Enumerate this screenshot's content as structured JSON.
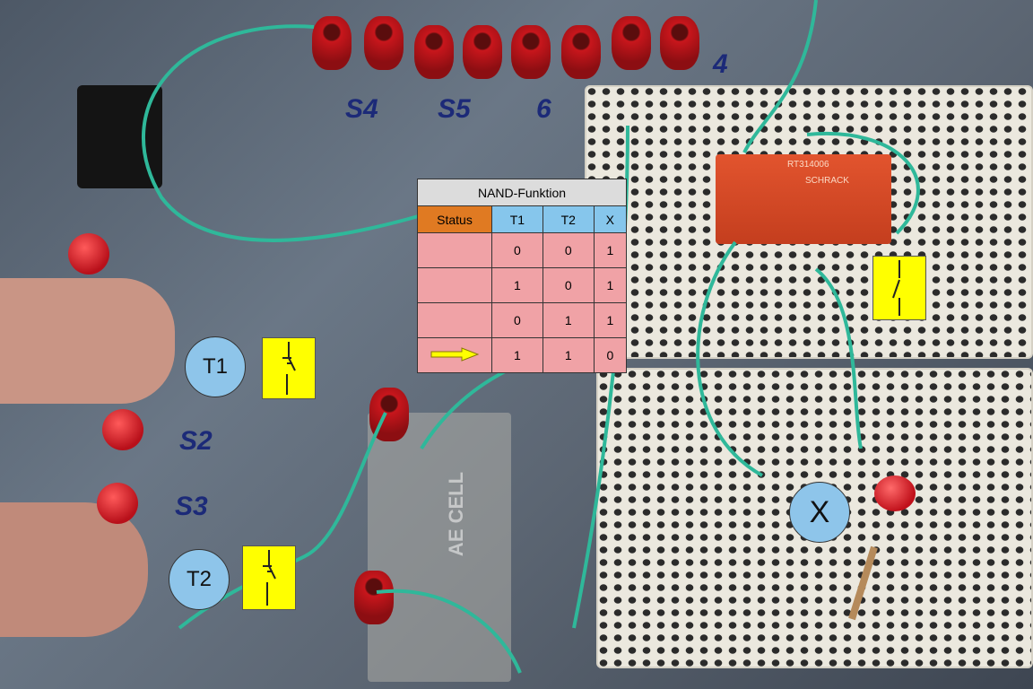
{
  "photo": {
    "panel_labels": [
      "S4",
      "S5",
      "6",
      "S2",
      "S3",
      "4"
    ],
    "relay_text": [
      "RT314006",
      "SCHRACK"
    ],
    "battery_text": "AE CELL"
  },
  "truth_table": {
    "title": "NAND-Funktion",
    "headers": [
      "Status",
      "T1",
      "T2",
      "X"
    ],
    "rows": [
      {
        "status": "",
        "t1": "0",
        "t2": "0",
        "x": "1"
      },
      {
        "status": "",
        "t1": "1",
        "t2": "0",
        "x": "1"
      },
      {
        "status": "",
        "t1": "0",
        "t2": "1",
        "x": "1"
      },
      {
        "status": "arrow",
        "t1": "1",
        "t2": "1",
        "x": "0"
      }
    ],
    "active_row": 4
  },
  "annotations": {
    "t1": "T1",
    "t2": "T2",
    "x": "X"
  },
  "colors": {
    "header_orange": "#e07a22",
    "header_blue": "#86c6ec",
    "cell_pink": "#f0a2a6",
    "arrow": "#ffff00",
    "switch_yellow": "#ffff00"
  }
}
